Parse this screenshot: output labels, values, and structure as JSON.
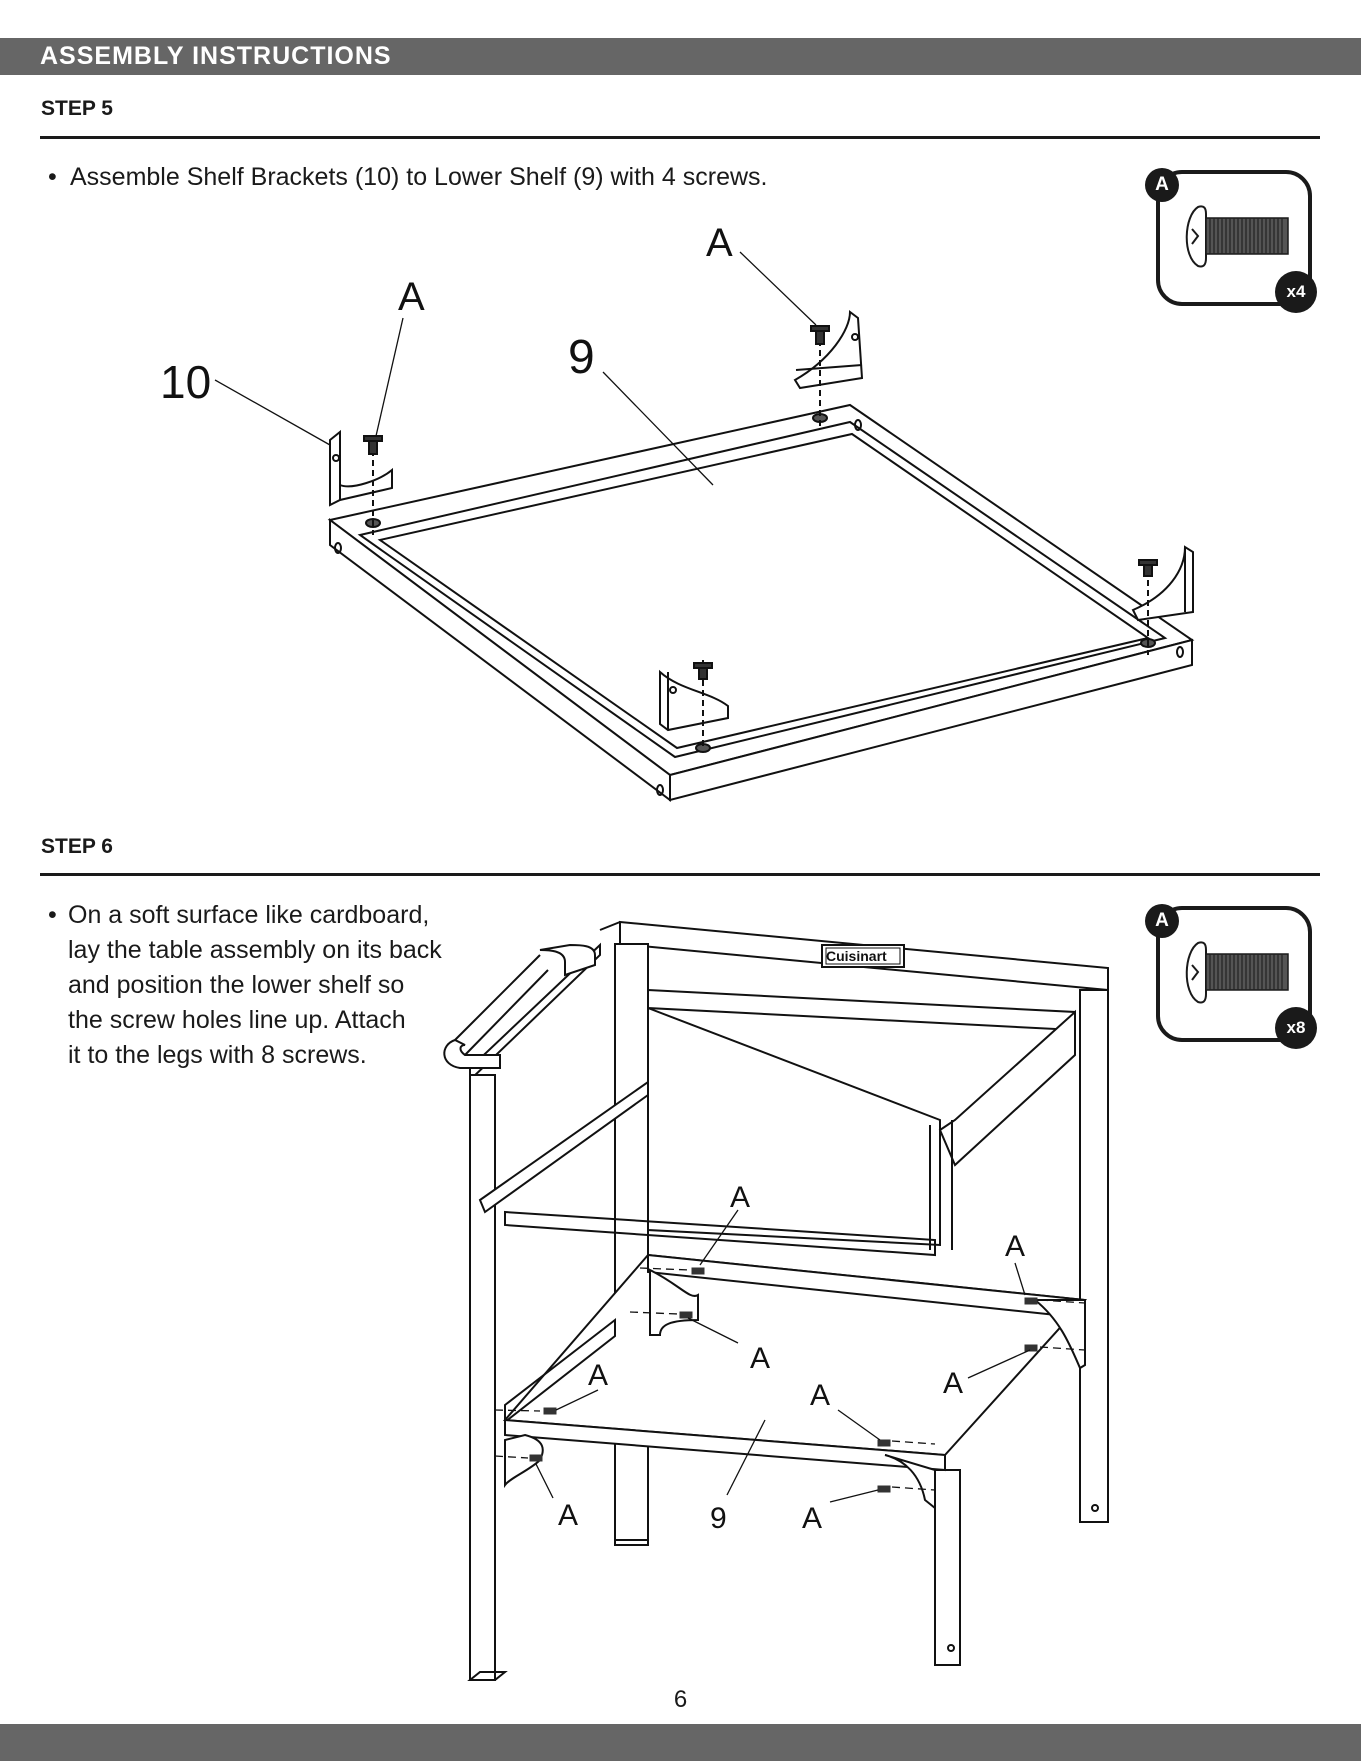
{
  "header": {
    "title": "ASSEMBLY INSTRUCTIONS"
  },
  "step5": {
    "title": "STEP 5",
    "bullet": "•",
    "instruction": "Assemble Shelf Brackets (10) to Lower Shelf (9) with 4 screws.",
    "hardware": {
      "letter": "A",
      "quantity": "x4"
    },
    "callouts": {
      "screw_label_1": "A",
      "screw_label_2": "A",
      "bracket_label": "10",
      "shelf_label": "9"
    }
  },
  "step6": {
    "title": "STEP 6",
    "bullet": "•",
    "instruction": "On a soft surface like cardboard,\nlay the table assembly on its back\nand position the lower shelf so\nthe screw holes line up. Attach\nit to the legs with 8 screws.",
    "hardware": {
      "letter": "A",
      "quantity": "x8"
    },
    "brand_plate": "Cuisinart",
    "callouts": {
      "screw_labels": [
        "A",
        "A",
        "A",
        "A",
        "A",
        "A",
        "A",
        "A"
      ],
      "shelf_label": "9"
    }
  },
  "footer": {
    "page_number": "6"
  }
}
